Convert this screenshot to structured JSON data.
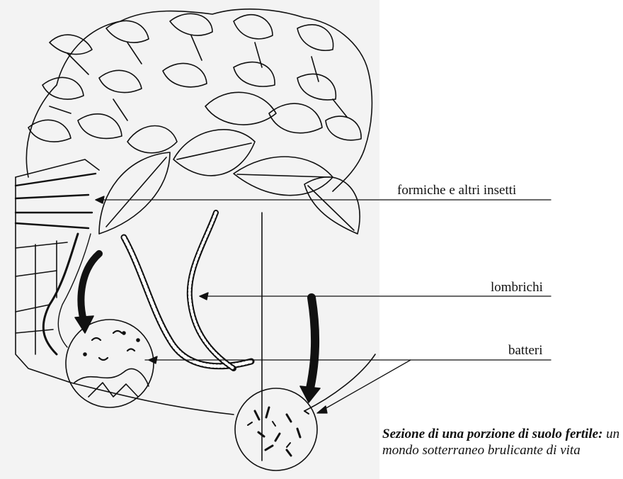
{
  "labels": {
    "ants": "formiche e altri insetti",
    "earthworms": "lombrichi",
    "bacteria": "batteri"
  },
  "caption": {
    "bold_part": "Sezione di una porzione di suolo fertile:",
    "rest": "un mondo sotterraneo brulicante di vita"
  }
}
